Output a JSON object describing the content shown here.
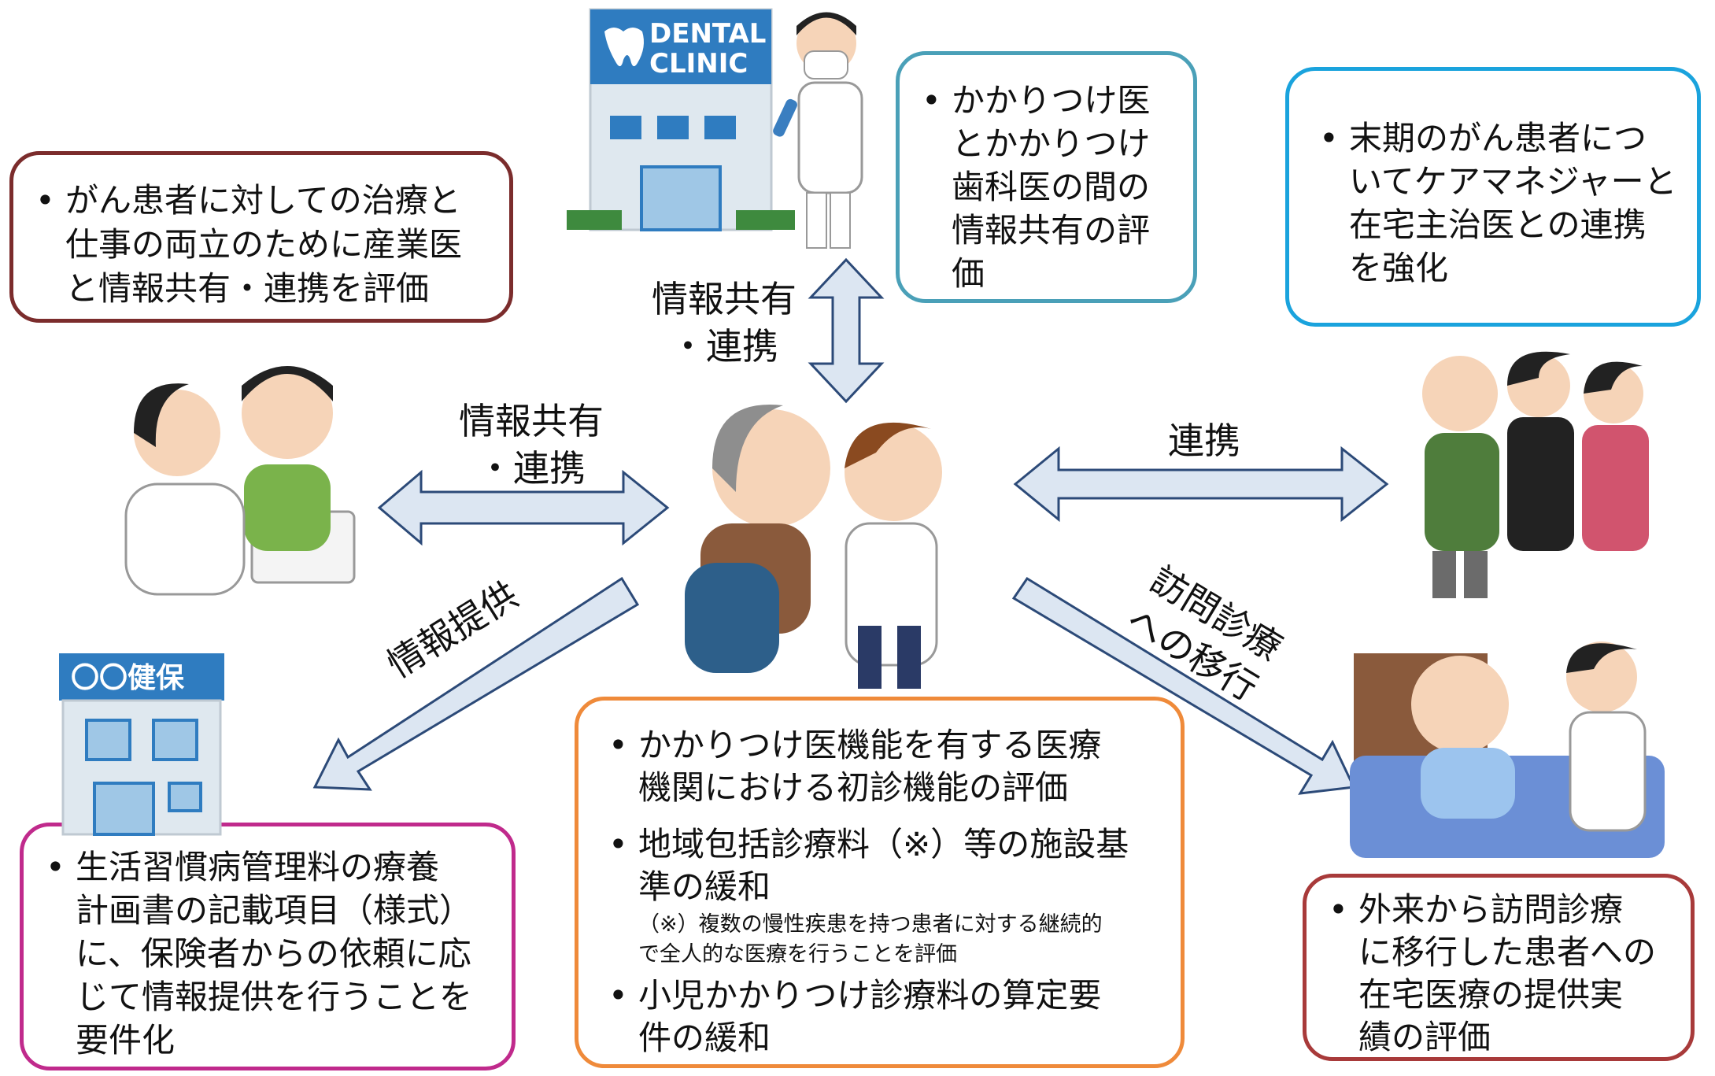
{
  "boxes": {
    "occupational": {
      "text": "がん患者に対しての治療と\n仕事の両立のために産業医\nと情報共有・連携を評価",
      "color": "#7b2c2c"
    },
    "dental": {
      "text": "かかりつけ医\nとかかりつけ\n歯科医の間の\n情報共有の評\n価",
      "color": "#4aa0b8"
    },
    "cancer_care": {
      "text": "末期のがん患者につ\nいてケアマネジャーと\n在宅主治医との連携\nを強化",
      "color": "#1aa3dd"
    },
    "insurer": {
      "text": "生活習慣病管理料の療養\n計画書の記載項目（様式）\nに、保険者からの依頼に応\nじて情報提供を行うことを\n要件化",
      "color": "#c02a8c"
    },
    "center": {
      "color": "#ef8a3a",
      "item1": "かかりつけ医機能を有する医療\n機関における初診機能の評価",
      "item2": "地域包括診療料（※）等の施設基\n準の緩和",
      "note": "（※）複数の慢性疾患を持つ患者に対する継続的\nで全人的な医療を行うことを評価",
      "item3": "小児かかりつけ診療料の算定要\n件の緩和"
    },
    "home_visit": {
      "text": "外来から訪問診療\nに移行した患者への\n在宅医療の提供実\n績の評価",
      "color": "#a83a3a"
    }
  },
  "bullet": "•",
  "labels": {
    "top": "情報共有\n・連携",
    "left": "情報共有\n・連携",
    "right": "連携",
    "lower_left": "情報提供",
    "lower_right": "訪問診療\nへの移行"
  },
  "illustrations": {
    "clinic_sign": "DENTAL\nCLINIC",
    "insurer_sign": "〇〇健保"
  },
  "arrow_color": "#dce6f2",
  "arrow_stroke": "#2c4a78"
}
